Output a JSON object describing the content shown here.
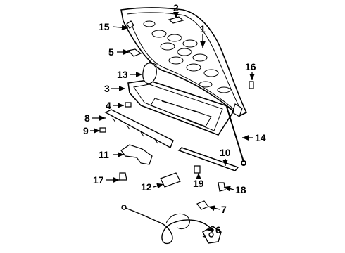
{
  "diagram": {
    "callouts": [
      {
        "id": "c1",
        "text": "1"
      },
      {
        "id": "c2",
        "text": "2"
      },
      {
        "id": "c3",
        "text": "3"
      },
      {
        "id": "c4",
        "text": "4"
      },
      {
        "id": "c5",
        "text": "5"
      },
      {
        "id": "c6",
        "text": "6"
      },
      {
        "id": "c7",
        "text": "7"
      },
      {
        "id": "c8",
        "text": "8"
      },
      {
        "id": "c9",
        "text": "9"
      },
      {
        "id": "c10",
        "text": "10"
      },
      {
        "id": "c11",
        "text": "11"
      },
      {
        "id": "c12",
        "text": "12"
      },
      {
        "id": "c13",
        "text": "13"
      },
      {
        "id": "c14",
        "text": "14"
      },
      {
        "id": "c15",
        "text": "15"
      },
      {
        "id": "c16",
        "text": "16"
      },
      {
        "id": "c17",
        "text": "17"
      },
      {
        "id": "c18",
        "text": "18"
      },
      {
        "id": "c19",
        "text": "19"
      }
    ],
    "colors": {
      "ink": "#000000",
      "background": "#ffffff"
    }
  }
}
